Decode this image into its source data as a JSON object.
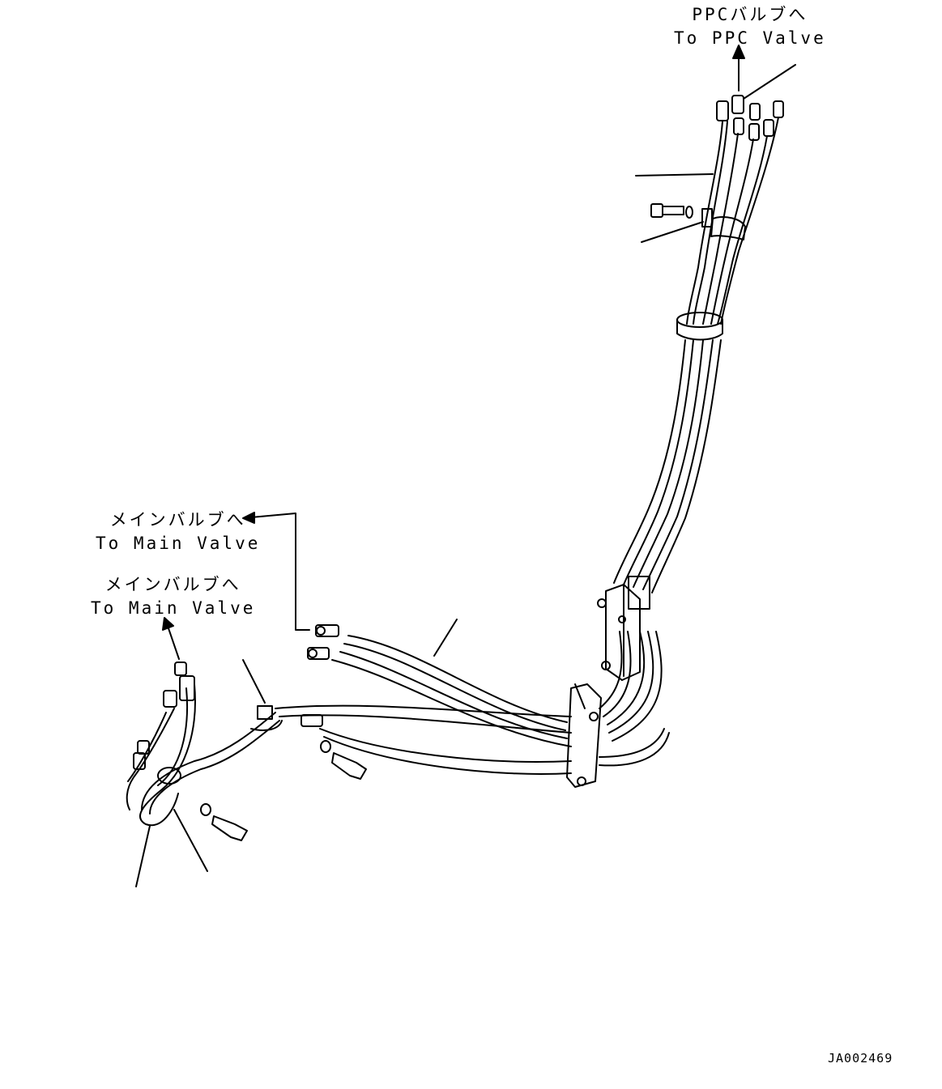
{
  "labels": {
    "ppc": {
      "jp": "PPCバルブへ",
      "en": "To PPC Valve"
    },
    "main_upper": {
      "jp": "メインバルブへ",
      "en": "To Main Valve"
    },
    "main_lower": {
      "jp": "メインバルブへ",
      "en": "To Main Valve"
    }
  },
  "drawing_ref": "JA002469",
  "colors": {
    "line": "#000000",
    "background": "#ffffff"
  }
}
